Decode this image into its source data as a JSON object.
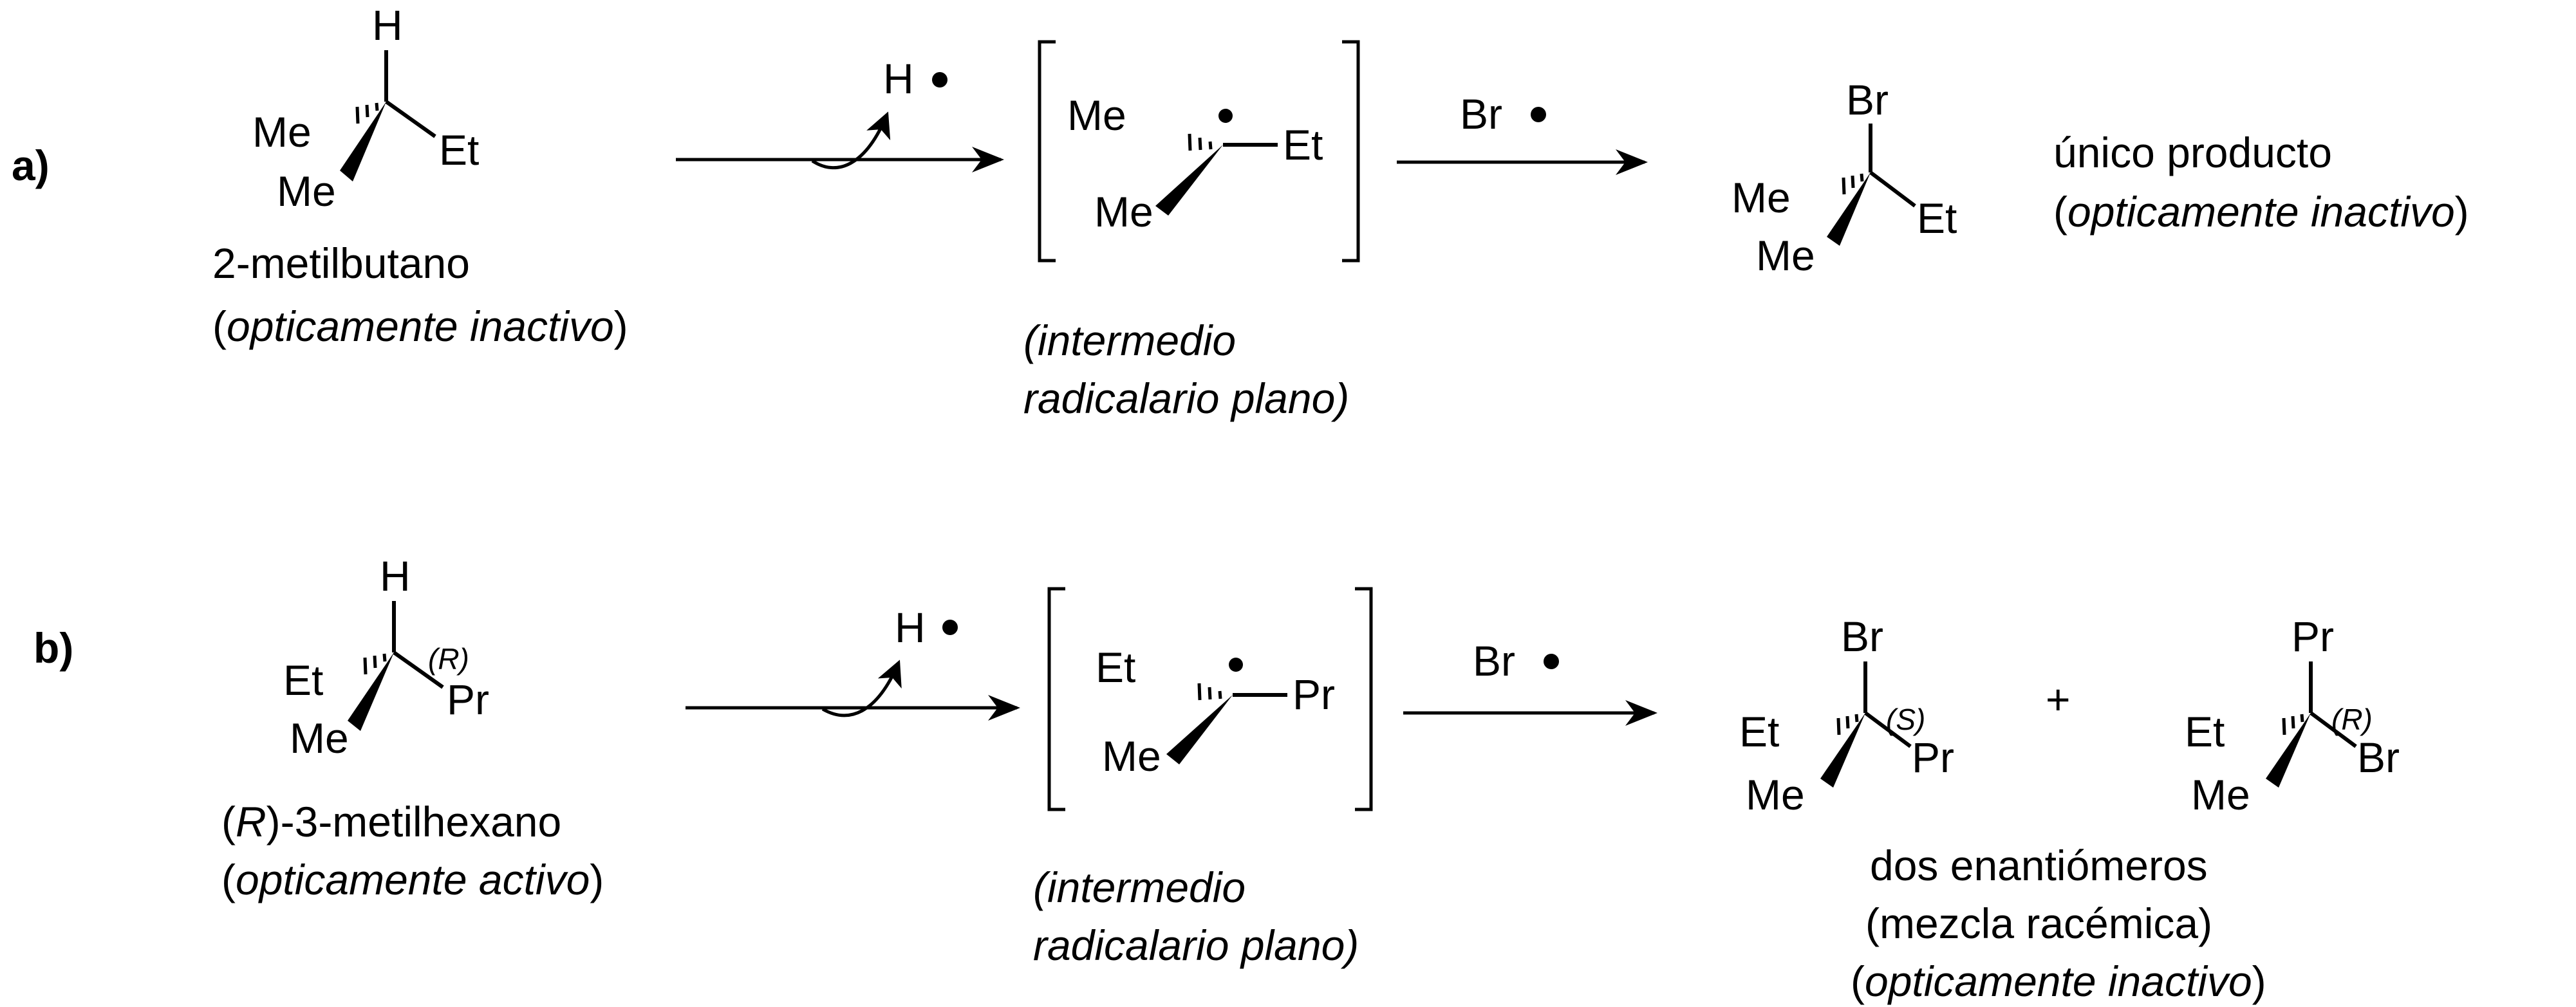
{
  "row_a": {
    "tag": "a)",
    "reactant": {
      "atoms": {
        "top": "H",
        "hashed": "Me",
        "wedged": "Me",
        "right": "Et"
      },
      "name": "2-metilbutano",
      "activity": "opticamente inactivo"
    },
    "step1_reagent": "H",
    "intermediate": {
      "atoms": {
        "hashed": "Me",
        "wedged": "Me",
        "right": "Et"
      },
      "caption_line1": "(intermedio",
      "caption_line2": "radicalario plano)"
    },
    "step2_reagent": "Br",
    "product": {
      "atoms": {
        "top": "Br",
        "hashed": "Me",
        "wedged": "Me",
        "right": "Et"
      },
      "caption_line1": "único producto",
      "activity": "opticamente inactivo"
    }
  },
  "row_b": {
    "tag": "b)",
    "reactant": {
      "atoms": {
        "top": "H",
        "hashed": "Et",
        "wedged": "Me",
        "right": "Pr"
      },
      "descriptor": "(R)",
      "name_letter": "R",
      "name_rest": "-3-metilhexano",
      "activity": "opticamente activo"
    },
    "step1_reagent": "H",
    "intermediate": {
      "atoms": {
        "hashed": "Et",
        "wedged": "Me",
        "right": "Pr"
      },
      "caption_line1": "(intermedio",
      "caption_line2": "radicalario plano)"
    },
    "step2_reagent": "Br",
    "product_s": {
      "atoms": {
        "top": "Br",
        "hashed": "Et",
        "wedged": "Me",
        "right": "Pr"
      },
      "descriptor": "(S)"
    },
    "plus": "+",
    "product_r": {
      "atoms": {
        "top": "Pr",
        "hashed": "Et",
        "wedged": "Me",
        "right": "Br"
      },
      "descriptor": "(R)"
    },
    "caption_line1": "dos enantiómeros",
    "caption_line2": "(mezcla racémica)",
    "activity": "opticamente inactivo"
  }
}
